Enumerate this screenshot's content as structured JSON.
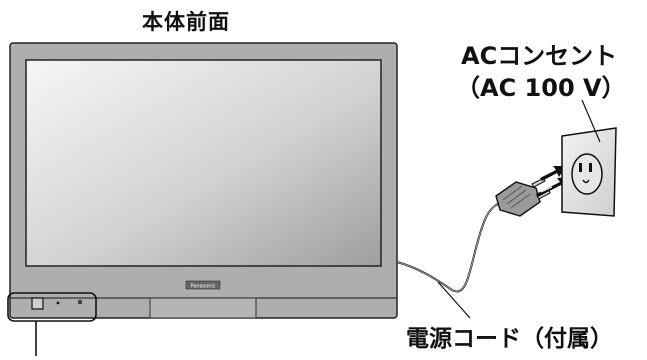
{
  "labels": {
    "front": "本体前面",
    "outlet_line1": "ACコンセント",
    "outlet_line2": "（AC 100 V）",
    "cord": "電源コード（付属）",
    "brand": "Panasonic"
  },
  "colors": {
    "frame": "#a9a9a9",
    "screen_light": "#f4f4f4",
    "screen_dark": "#9a9a9a",
    "outline": "#222222",
    "plate": "#e8e8e8"
  }
}
